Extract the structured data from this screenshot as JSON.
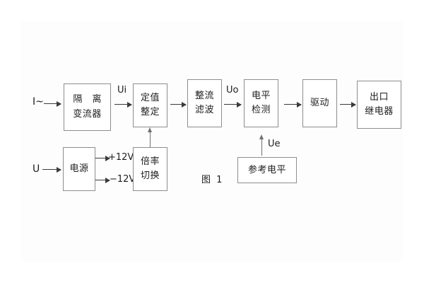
{
  "figure": {
    "caption": "图 1",
    "inputs": [
      {
        "name": "current-input",
        "label": "I~"
      },
      {
        "name": "voltage-input",
        "label": "U"
      }
    ],
    "blocks": [
      {
        "name": "isolation-transformer",
        "lines": [
          "隔 离",
          "变流器"
        ]
      },
      {
        "name": "setting-value",
        "lines": [
          "定值",
          "整定"
        ]
      },
      {
        "name": "rectify-filter",
        "lines": [
          "整流",
          "滤波"
        ]
      },
      {
        "name": "level-detection",
        "lines": [
          "电平",
          "检测"
        ]
      },
      {
        "name": "driver",
        "lines": [
          "驱动"
        ]
      },
      {
        "name": "output-relay",
        "lines": [
          "出口",
          "继电器"
        ]
      },
      {
        "name": "power-supply",
        "lines": [
          "电源"
        ]
      },
      {
        "name": "multiplier-switch",
        "lines": [
          "倍率",
          "切换"
        ]
      },
      {
        "name": "reference-level",
        "lines": [
          "参考电平"
        ]
      }
    ],
    "signals": [
      {
        "name": "signal-ui",
        "label": "Ui"
      },
      {
        "name": "signal-uo",
        "label": "Uo"
      },
      {
        "name": "signal-ue",
        "label": "Ue"
      }
    ],
    "rails": [
      {
        "name": "rail-positive-12v",
        "label": "+12V"
      },
      {
        "name": "rail-negative-12v",
        "label": "−12V"
      }
    ],
    "colors": {
      "background": "#ffffff",
      "box_border": "#8d8d8d",
      "text": "#1d1d1d",
      "arrow": "#3b3b3b",
      "arrow_light": "#6f6f6f"
    }
  }
}
